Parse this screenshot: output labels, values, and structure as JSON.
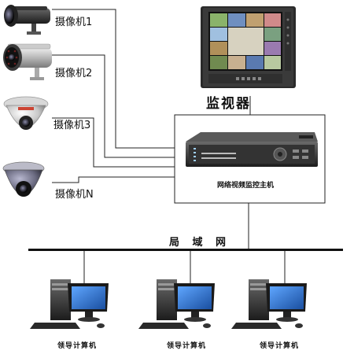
{
  "cameras": [
    {
      "label": "摄像机1",
      "type": "bullet"
    },
    {
      "label": "摄像机2",
      "type": "bullet-ir"
    },
    {
      "label": "摄像机3",
      "type": "dome"
    },
    {
      "label": "摄像机N",
      "type": "dome-dark"
    }
  ],
  "monitor": {
    "label": "监视器"
  },
  "nvr": {
    "label": "网络视频监控主机"
  },
  "network": {
    "label": "局  域  网"
  },
  "computers": [
    {
      "label": "领导计算机"
    },
    {
      "label": "领导计算机"
    },
    {
      "label": "领导计算机"
    }
  ],
  "colors": {
    "line": "#222222",
    "lan_bar": "#111111",
    "monitor_bezel": "#2a2a2a",
    "screen_blue": "#2b6cc4"
  }
}
